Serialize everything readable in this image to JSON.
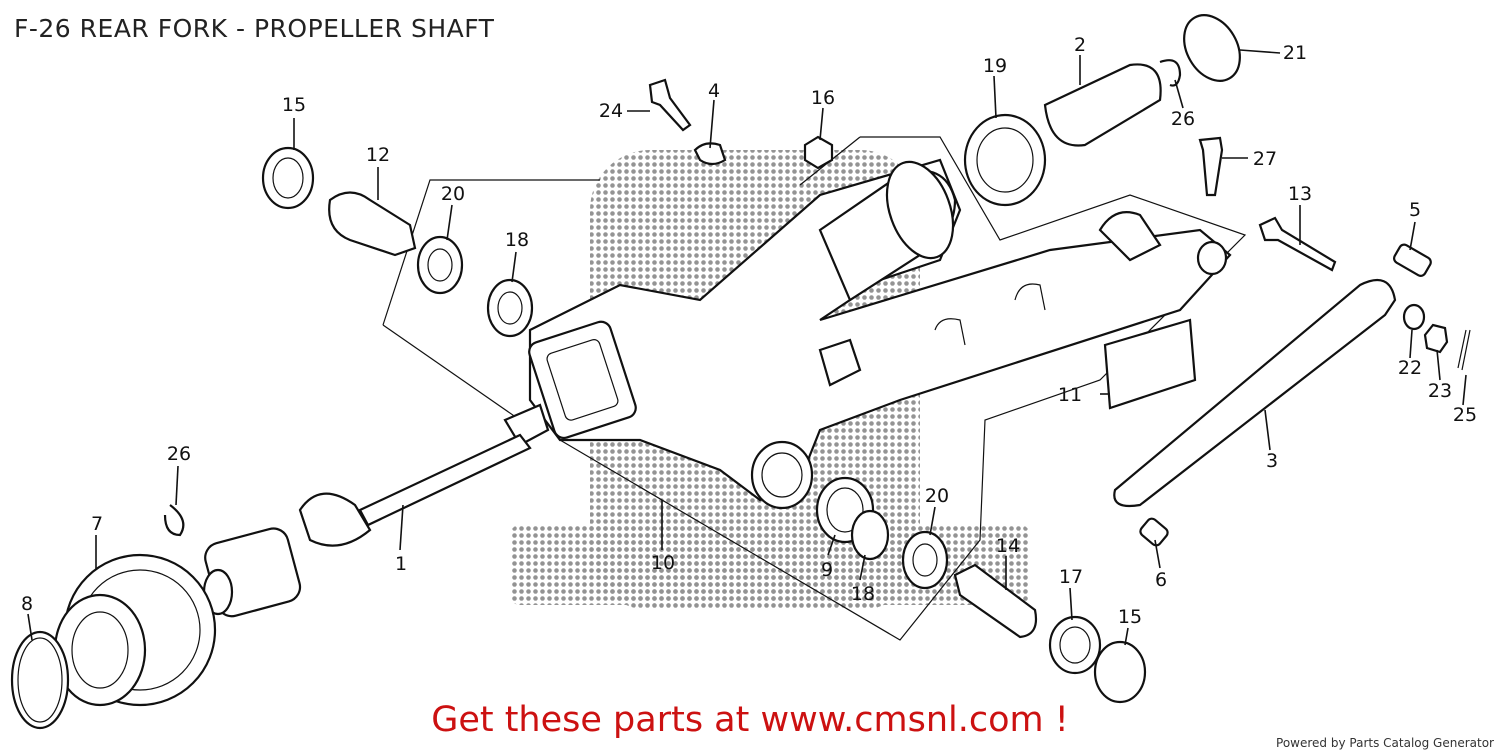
{
  "title": "F-26 REAR FORK - PROPELLER SHAFT",
  "callouts": [
    {
      "id": "c1",
      "text": "1"
    },
    {
      "id": "c2",
      "text": "2"
    },
    {
      "id": "c3",
      "text": "3"
    },
    {
      "id": "c4",
      "text": "4"
    },
    {
      "id": "c5",
      "text": "5"
    },
    {
      "id": "c6",
      "text": "6"
    },
    {
      "id": "c7",
      "text": "7"
    },
    {
      "id": "c8",
      "text": "8"
    },
    {
      "id": "c9",
      "text": "9"
    },
    {
      "id": "c10",
      "text": "10"
    },
    {
      "id": "c11",
      "text": "11"
    },
    {
      "id": "c12",
      "text": "12"
    },
    {
      "id": "c13",
      "text": "13"
    },
    {
      "id": "c14",
      "text": "14"
    },
    {
      "id": "c15a",
      "text": "15"
    },
    {
      "id": "c15b",
      "text": "15"
    },
    {
      "id": "c16",
      "text": "16"
    },
    {
      "id": "c17",
      "text": "17"
    },
    {
      "id": "c18a",
      "text": "18"
    },
    {
      "id": "c18b",
      "text": "18"
    },
    {
      "id": "c19",
      "text": "19"
    },
    {
      "id": "c20a",
      "text": "20"
    },
    {
      "id": "c20b",
      "text": "20"
    },
    {
      "id": "c21",
      "text": "21"
    },
    {
      "id": "c22",
      "text": "22"
    },
    {
      "id": "c23",
      "text": "23"
    },
    {
      "id": "c24",
      "text": "24"
    },
    {
      "id": "c25",
      "text": "25"
    },
    {
      "id": "c26a",
      "text": "26"
    },
    {
      "id": "c26b",
      "text": "26"
    },
    {
      "id": "c27",
      "text": "27"
    }
  ],
  "promo": "Get these parts at www.cmsnl.com !",
  "footer": "Powered by Parts Catalog Generator"
}
